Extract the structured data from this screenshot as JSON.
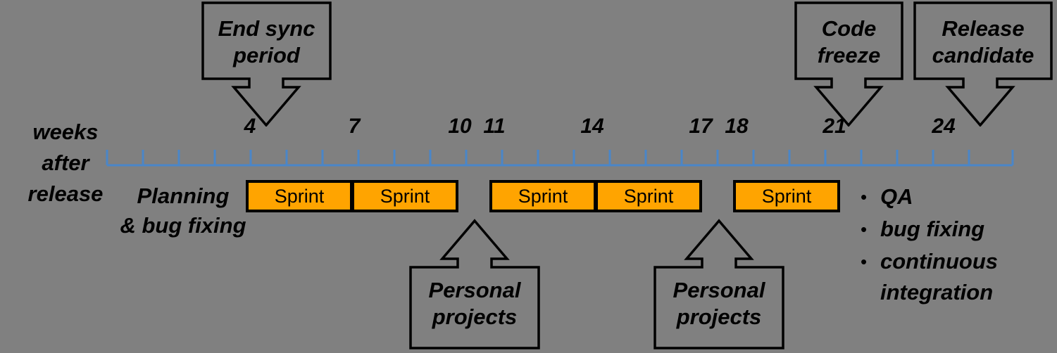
{
  "diagram": {
    "title": "Release timeline with sprints",
    "background_color": "#808080",
    "axis_color": "#4a86c8",
    "sprint_fill_color": "#FFA400",
    "text_color": "#000000"
  },
  "axis": {
    "label": "weeks\nafter\nrelease",
    "label_line1": "weeks",
    "label_line2": "after",
    "label_line3": "release",
    "tick_labels": [
      "4",
      "7",
      "10",
      "11",
      "14",
      "17",
      "18",
      "21",
      "24"
    ],
    "tick_count": 26
  },
  "top_callouts": [
    {
      "line1": "End sync",
      "line2": "period",
      "points_to_week": "4"
    },
    {
      "line1": "Code",
      "line2": "freeze",
      "points_to_week": "21"
    },
    {
      "line1": "Release",
      "line2": "candidate",
      "points_to_week": "24"
    }
  ],
  "bottom_callouts": [
    {
      "line1": "Personal",
      "line2": "projects"
    },
    {
      "line1": "Personal",
      "line2": "projects"
    }
  ],
  "planning": {
    "line1": "Planning",
    "line2": "& bug fixing"
  },
  "sprints": [
    {
      "label": "Sprint"
    },
    {
      "label": "Sprint"
    },
    {
      "label": "Sprint"
    },
    {
      "label": "Sprint"
    },
    {
      "label": "Sprint"
    }
  ],
  "notes": {
    "bullet_char": "•",
    "items": [
      "QA",
      "bug fixing",
      "continuous\nintegration"
    ]
  }
}
